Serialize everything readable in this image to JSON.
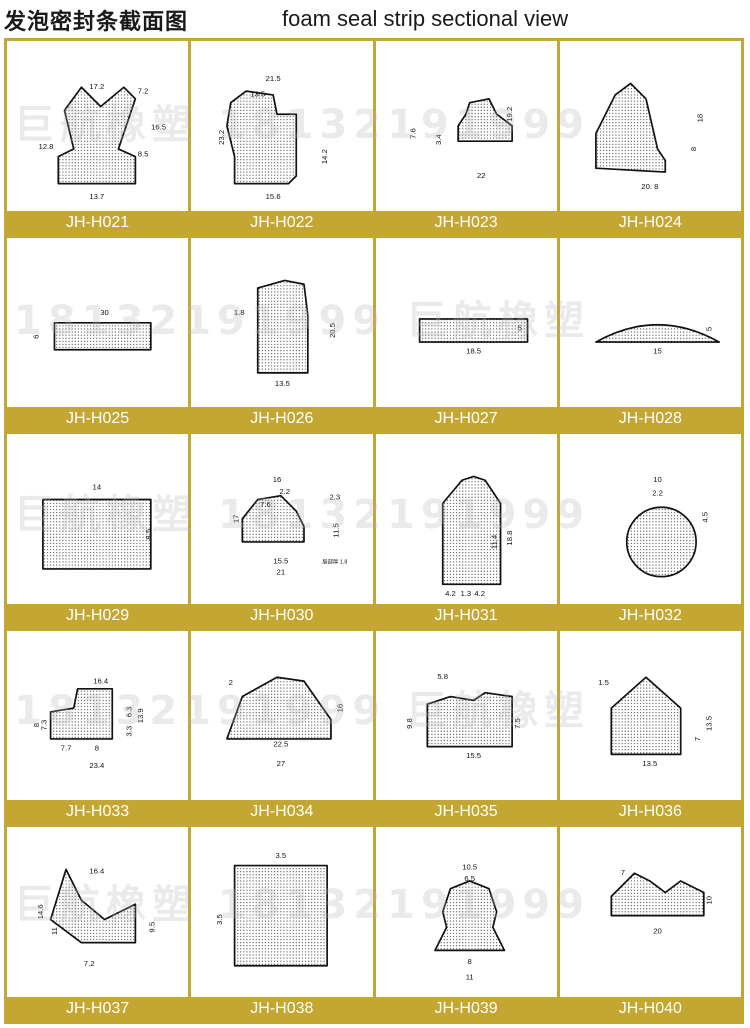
{
  "header": {
    "title_cn": "发泡密封条截面图",
    "title_en": "foam seal strip sectional view"
  },
  "watermark": {
    "brand": "巨航橡塑",
    "phone": "18132191999"
  },
  "colors": {
    "frame": "#c4a632",
    "label_text": "#ffffff"
  },
  "cells": [
    {
      "code": "JH-H021",
      "dims": [
        "17.2",
        "7.2",
        "12.8",
        "16.5",
        "8.5",
        "13.7"
      ]
    },
    {
      "code": "JH-H022",
      "dims": [
        "21.5",
        "13.5",
        "23.2",
        "14.2",
        "15.6"
      ]
    },
    {
      "code": "JH-H023",
      "dims": [
        "7.6",
        "3.4",
        "19.2",
        "22"
      ]
    },
    {
      "code": "JH-H024",
      "dims": [
        "18",
        "8",
        "20. 8"
      ]
    },
    {
      "code": "JH-H025",
      "dims": [
        "30",
        "6"
      ]
    },
    {
      "code": "JH-H026",
      "dims": [
        "1.8",
        "20.5",
        "13.5"
      ]
    },
    {
      "code": "JH-H027",
      "dims": [
        "5",
        "18.5"
      ]
    },
    {
      "code": "JH-H028",
      "dims": [
        "5",
        "15"
      ]
    },
    {
      "code": "JH-H029",
      "dims": [
        "14",
        "8.5"
      ]
    },
    {
      "code": "JH-H030",
      "dims": [
        "16",
        "2.2",
        "17",
        "7.6",
        "2.3",
        "11.5",
        "15.5",
        "21",
        "局部厚 1.8"
      ]
    },
    {
      "code": "JH-H031",
      "dims": [
        "18.8",
        "11.4",
        "4.2",
        "1.3",
        "4.2"
      ]
    },
    {
      "code": "JH-H032",
      "dims": [
        "10",
        "2.2",
        "4.5"
      ]
    },
    {
      "code": "JH-H033",
      "dims": [
        "16.4",
        "8",
        "7.3",
        "6.3",
        "13.9",
        "3.3",
        "7.7",
        "8",
        "23.4"
      ]
    },
    {
      "code": "JH-H034",
      "dims": [
        "2",
        "16",
        "22.5",
        "27"
      ]
    },
    {
      "code": "JH-H035",
      "dims": [
        "5.8",
        "9.8",
        "7.5",
        "15.5"
      ]
    },
    {
      "code": "JH-H036",
      "dims": [
        "1.5",
        "13.5",
        "7",
        "13.5"
      ]
    },
    {
      "code": "JH-H037",
      "dims": [
        "16.4",
        "14.6",
        "11",
        "9.5",
        "7.2"
      ]
    },
    {
      "code": "JH-H038",
      "dims": [
        "3.5",
        "3.5"
      ]
    },
    {
      "code": "JH-H039",
      "dims": [
        "10.5",
        "6.5",
        "8",
        "11"
      ]
    },
    {
      "code": "JH-H040",
      "dims": [
        "7",
        "10",
        "20"
      ]
    }
  ]
}
